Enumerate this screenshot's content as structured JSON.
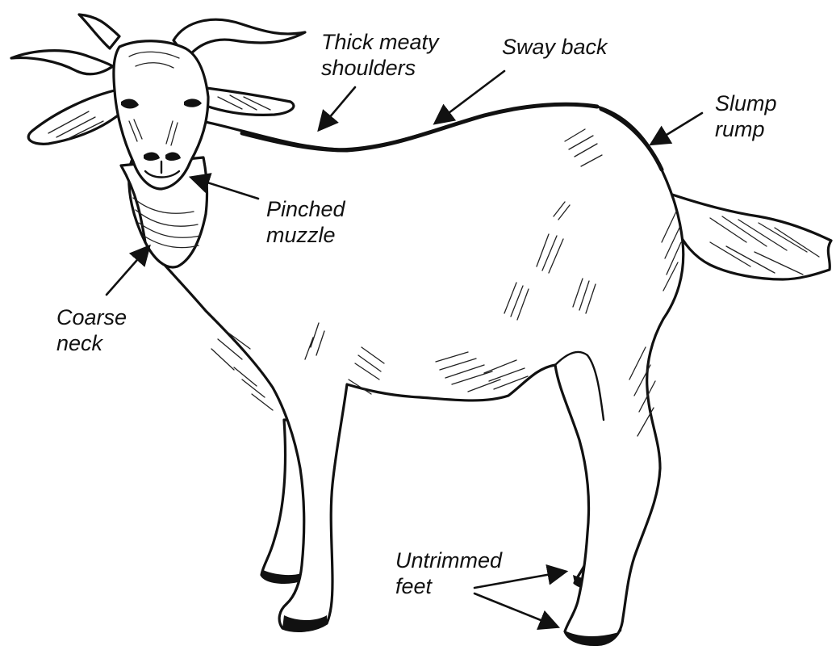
{
  "colors": {
    "ink": "#111111",
    "paper": "#ffffff"
  },
  "labels": {
    "thick_meaty_shoulders": {
      "line1": "Thick meaty",
      "line2": "shoulders"
    },
    "sway_back": {
      "line1": "Sway back"
    },
    "slump_rump": {
      "line1": "Slump",
      "line2": "rump"
    },
    "pinched_muzzle": {
      "line1": "Pinched",
      "line2": "muzzle"
    },
    "coarse_neck": {
      "line1": "Coarse",
      "line2": "neck"
    },
    "untrimmed_feet": {
      "line1": "Untrimmed",
      "line2": "feet"
    }
  }
}
